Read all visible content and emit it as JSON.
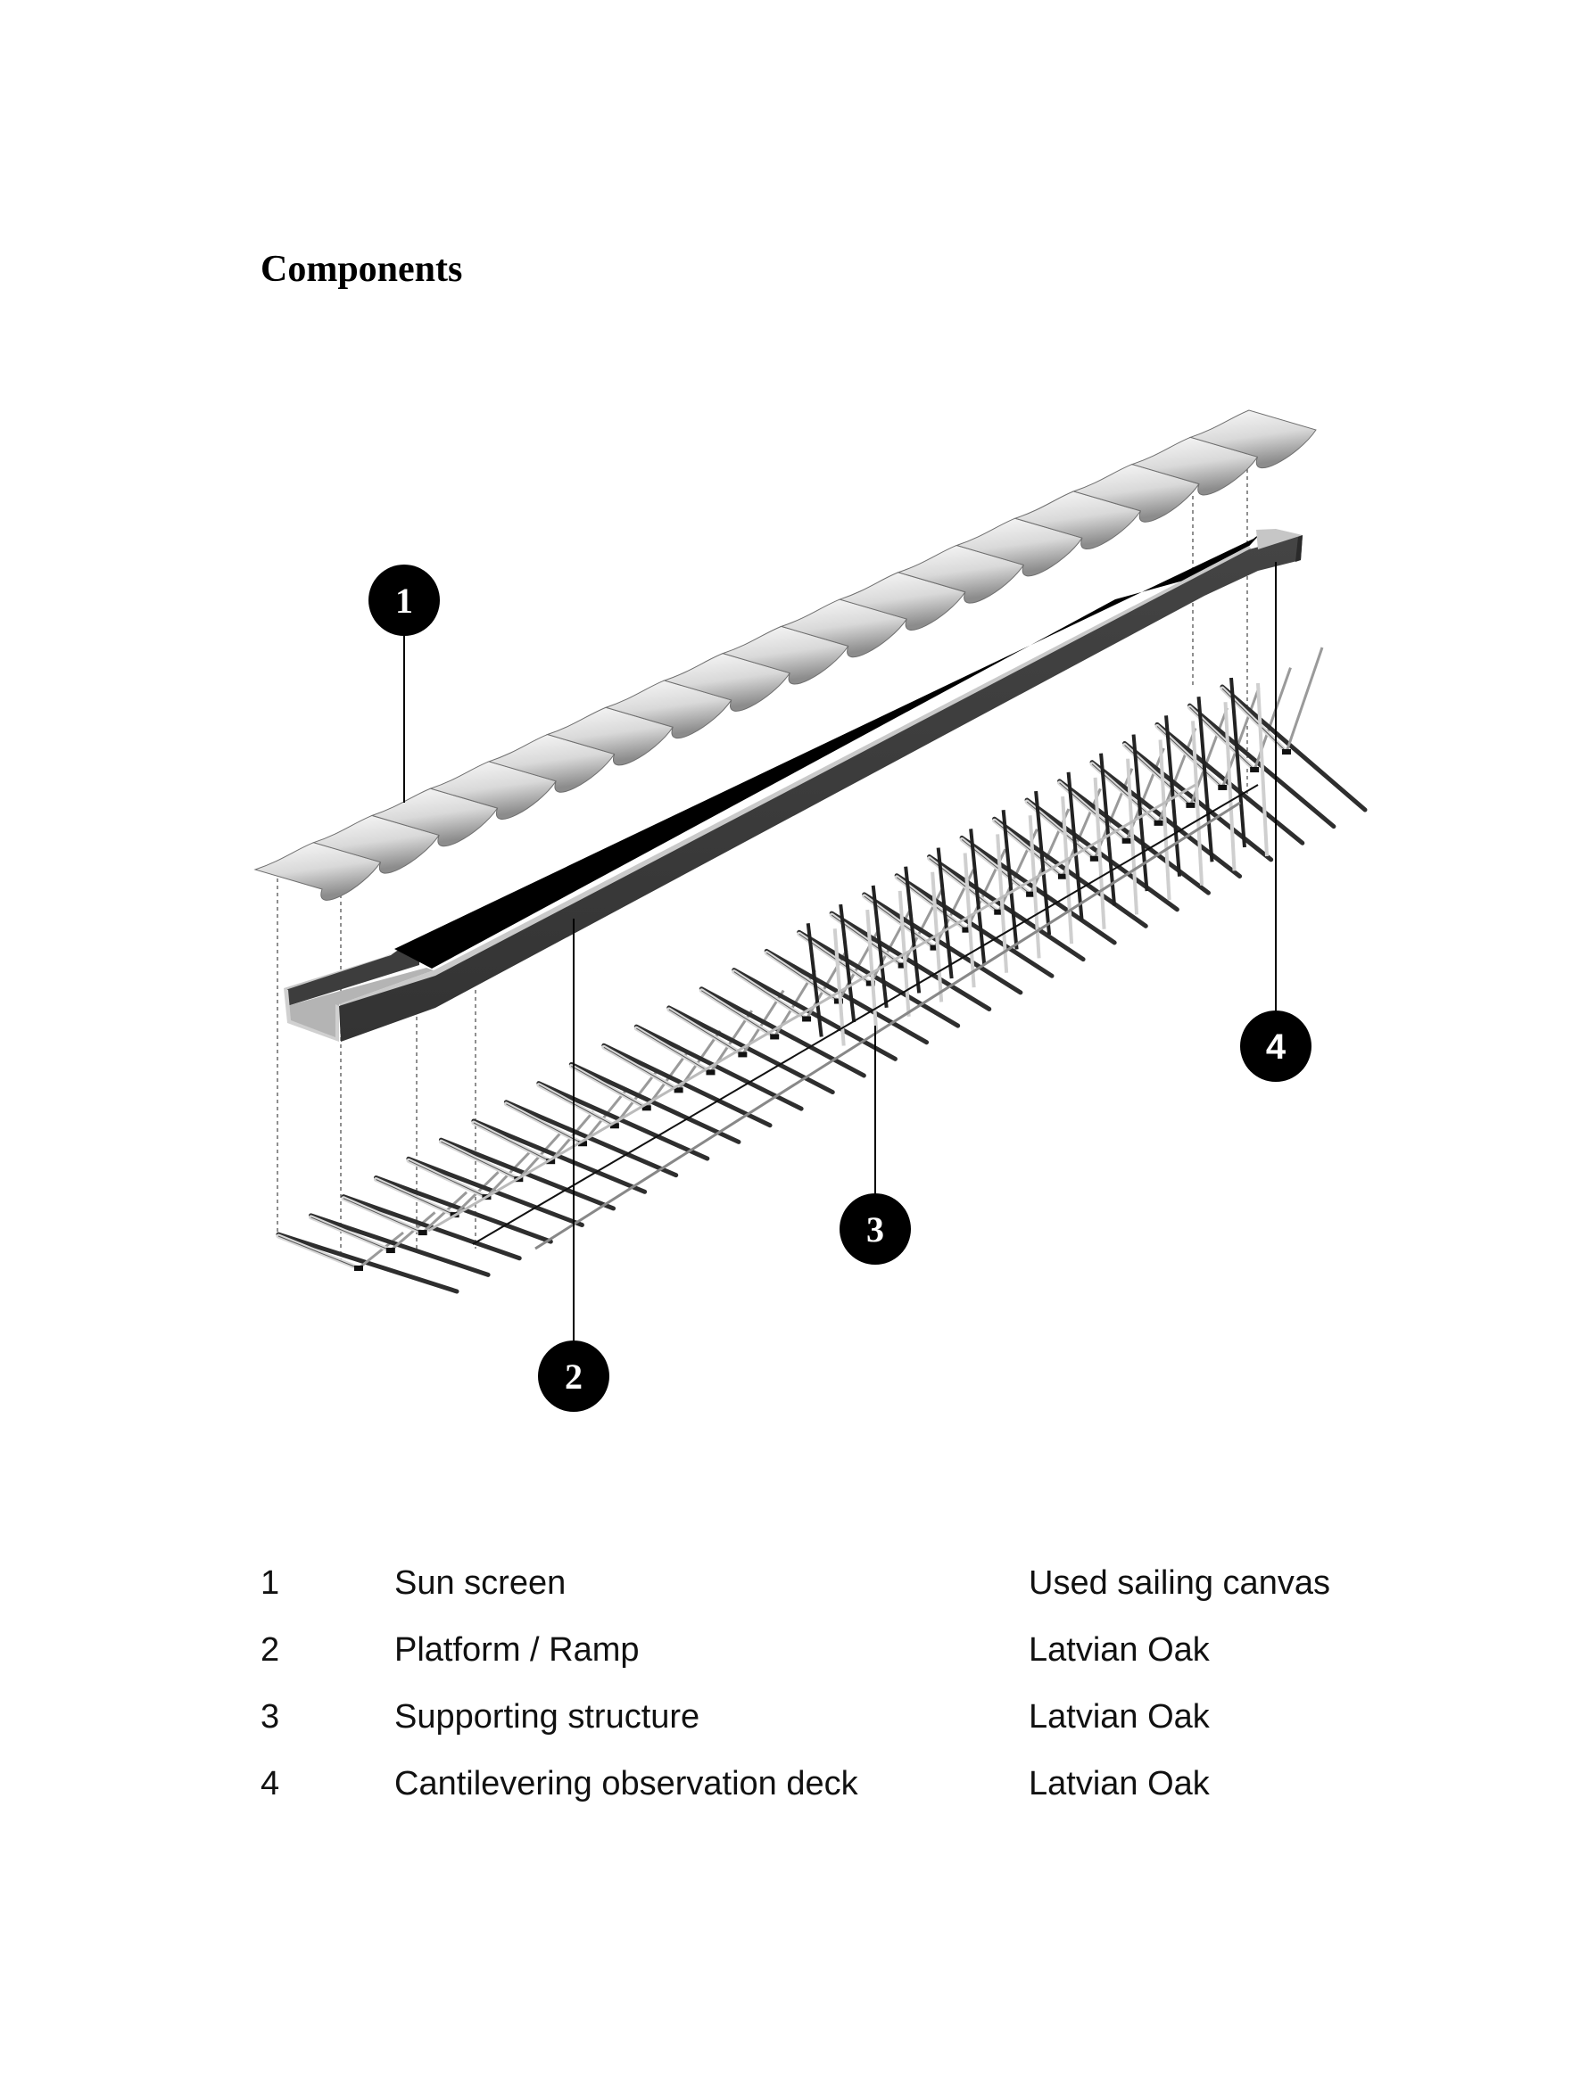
{
  "title": "Components",
  "colors": {
    "platform_side": "#3a3a3a",
    "platform_top": "#000000",
    "platform_inner": "#b5b5b5",
    "canvas_light": "#f5f5f5",
    "canvas_dark": "#8a8a8a",
    "strut_dark": "#2e2e2e",
    "strut_light": "#d8d8d8",
    "callout_fill": "#000000",
    "callout_text": "#ffffff",
    "guide_line": "#555555"
  },
  "diagram": {
    "sun_screen_panels": 17,
    "support_frames": 30,
    "callouts": [
      {
        "number": "1",
        "target": "sun-screen"
      },
      {
        "number": "2",
        "target": "platform-ramp"
      },
      {
        "number": "3",
        "target": "supporting-structure"
      },
      {
        "number": "4",
        "target": "observation-deck"
      }
    ]
  },
  "legend": [
    {
      "number": "1",
      "name": "Sun screen",
      "material": "Used sailing canvas"
    },
    {
      "number": "2",
      "name": "Platform / Ramp",
      "material": "Latvian Oak"
    },
    {
      "number": "3",
      "name": "Supporting structure",
      "material": "Latvian Oak"
    },
    {
      "number": "4",
      "name": "Cantilevering observation deck",
      "material": "Latvian Oak"
    }
  ]
}
